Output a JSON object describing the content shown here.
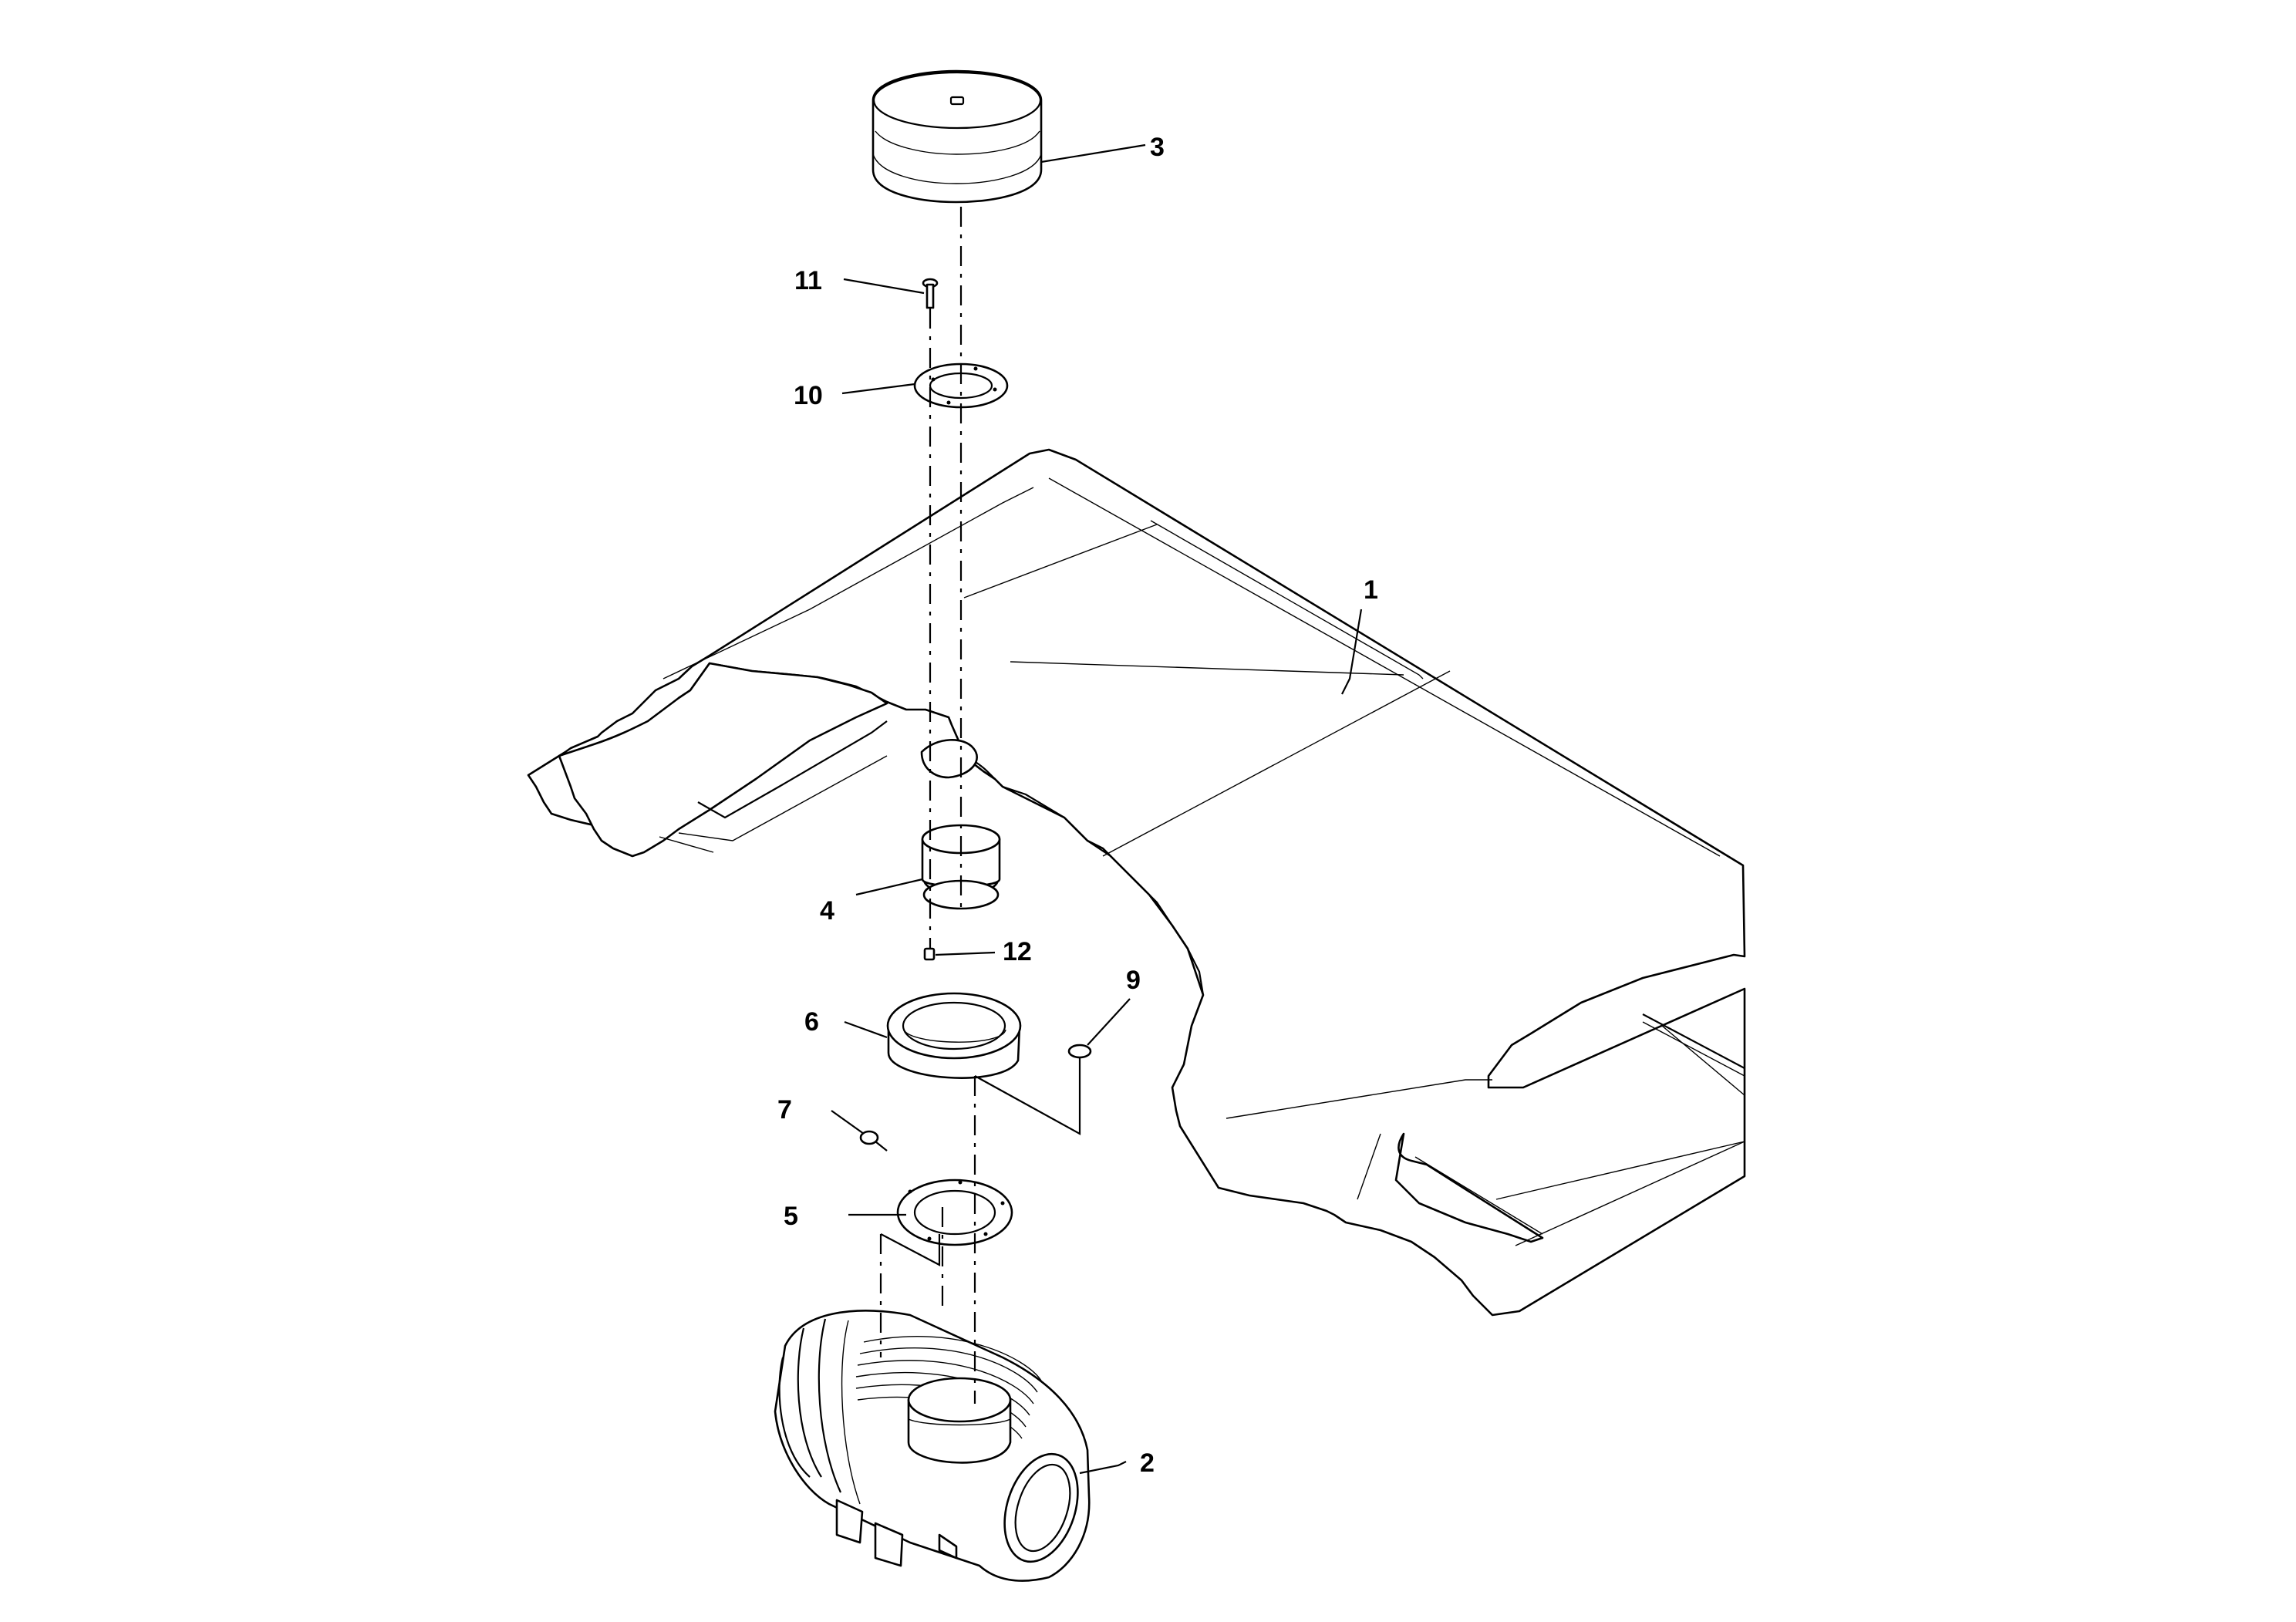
{
  "callouts": [
    {
      "id": "1",
      "label": "1"
    },
    {
      "id": "2",
      "label": "2"
    },
    {
      "id": "3",
      "label": "3"
    },
    {
      "id": "4",
      "label": "4"
    },
    {
      "id": "5",
      "label": "5"
    },
    {
      "id": "6",
      "label": "6"
    },
    {
      "id": "7",
      "label": "7"
    },
    {
      "id": "9",
      "label": "9"
    },
    {
      "id": "10",
      "label": "10"
    },
    {
      "id": "11",
      "label": "11"
    },
    {
      "id": "12",
      "label": "12"
    }
  ]
}
